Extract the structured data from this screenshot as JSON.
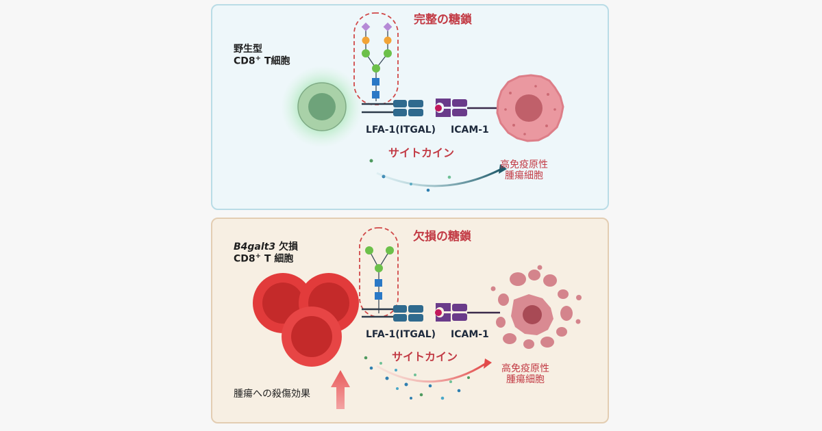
{
  "top": {
    "title": "完整の糖鎖",
    "cell_label": {
      "line1": "野生型",
      "line2_pre": "CD8",
      "line2_sup": "+",
      "line2_post": " T細胞"
    },
    "lfa_label": "LFA-1(ITGAL)",
    "icam_label": "ICAM-1",
    "cytokine_label": "サイトカイン",
    "tumor_label": {
      "line1": "高免疫原性",
      "line2": "腫瘍細胞"
    }
  },
  "bottom": {
    "title": "欠損の糖鎖",
    "cell_label": {
      "gene": "B4galt3",
      "line1_post": " 欠損",
      "line2_pre": "CD8",
      "line2_sup": "+",
      "line2_post": " T 細胞"
    },
    "lfa_label": "LFA-1(ITGAL)",
    "icam_label": "ICAM-1",
    "cytokine_label": "サイトカイン",
    "tumor_label": {
      "line1": "高免疫原性",
      "line2": "腫瘍細胞"
    },
    "effect_label": "腫瘍への殺傷効果"
  },
  "colors": {
    "title_red": "#c23a44",
    "wt_cell_green": "#7fc08e",
    "ko_cell_red": "#e23b3b",
    "lfa_blue": "#2f6a8e",
    "icam_purple": "#6a3b8a",
    "tumor_pink": "#e6868f",
    "glycan_green": "#6cc04a",
    "glycan_orange": "#f2a436",
    "glycan_purple": "#b58ad6",
    "glycan_blue": "#2a78c6"
  },
  "icons": {
    "up_arrow": "up-arrow-icon",
    "curved_arrow": "curved-arrow-icon"
  }
}
